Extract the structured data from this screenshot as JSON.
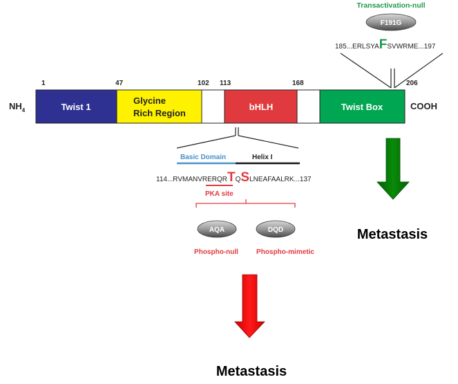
{
  "terminals": {
    "n": "NH",
    "n_sub": "4",
    "c": "COOH"
  },
  "positions": [
    "1",
    "47",
    "102",
    "113",
    "168",
    "206"
  ],
  "domains": {
    "twist1": "Twist 1",
    "glycine_line1": "Glycine",
    "glycine_line2": "Rich Region",
    "bhlh": "bHLH",
    "twist_box": "Twist Box"
  },
  "top_detail": {
    "title": "Transactivation-null",
    "mutant": "F191G",
    "seq_prefix": "185...ERLSYA",
    "seq_highlight": "F",
    "seq_suffix": "SVWRME...197"
  },
  "bhlh_detail": {
    "basic_domain": "Basic Domain",
    "helix": "Helix I",
    "seq_prefix": "114...RVMANVRERQR",
    "seq_t": "T",
    "seq_q": "Q",
    "seq_s": "S",
    "seq_suffix": "LNEAFAALRK...137",
    "pka_site": "PKA site",
    "mutant_null": "AQA",
    "mutant_mimetic": "DQD",
    "label_null": "Phospho-null",
    "label_mimetic": "Phospho-mimetic"
  },
  "outcomes": {
    "left": "Metastasis",
    "right": "Metastasis"
  },
  "colors": {
    "twist1": "#2e3192",
    "glycine": "#fff200",
    "bhlh": "#e03a3e",
    "twist_box": "#00a651",
    "red_text": "#e03a3e",
    "green_text": "#1a9a4a",
    "basic_domain": "#4a90c8",
    "arrow_red": "#ff0000",
    "arrow_green": "#008000"
  }
}
